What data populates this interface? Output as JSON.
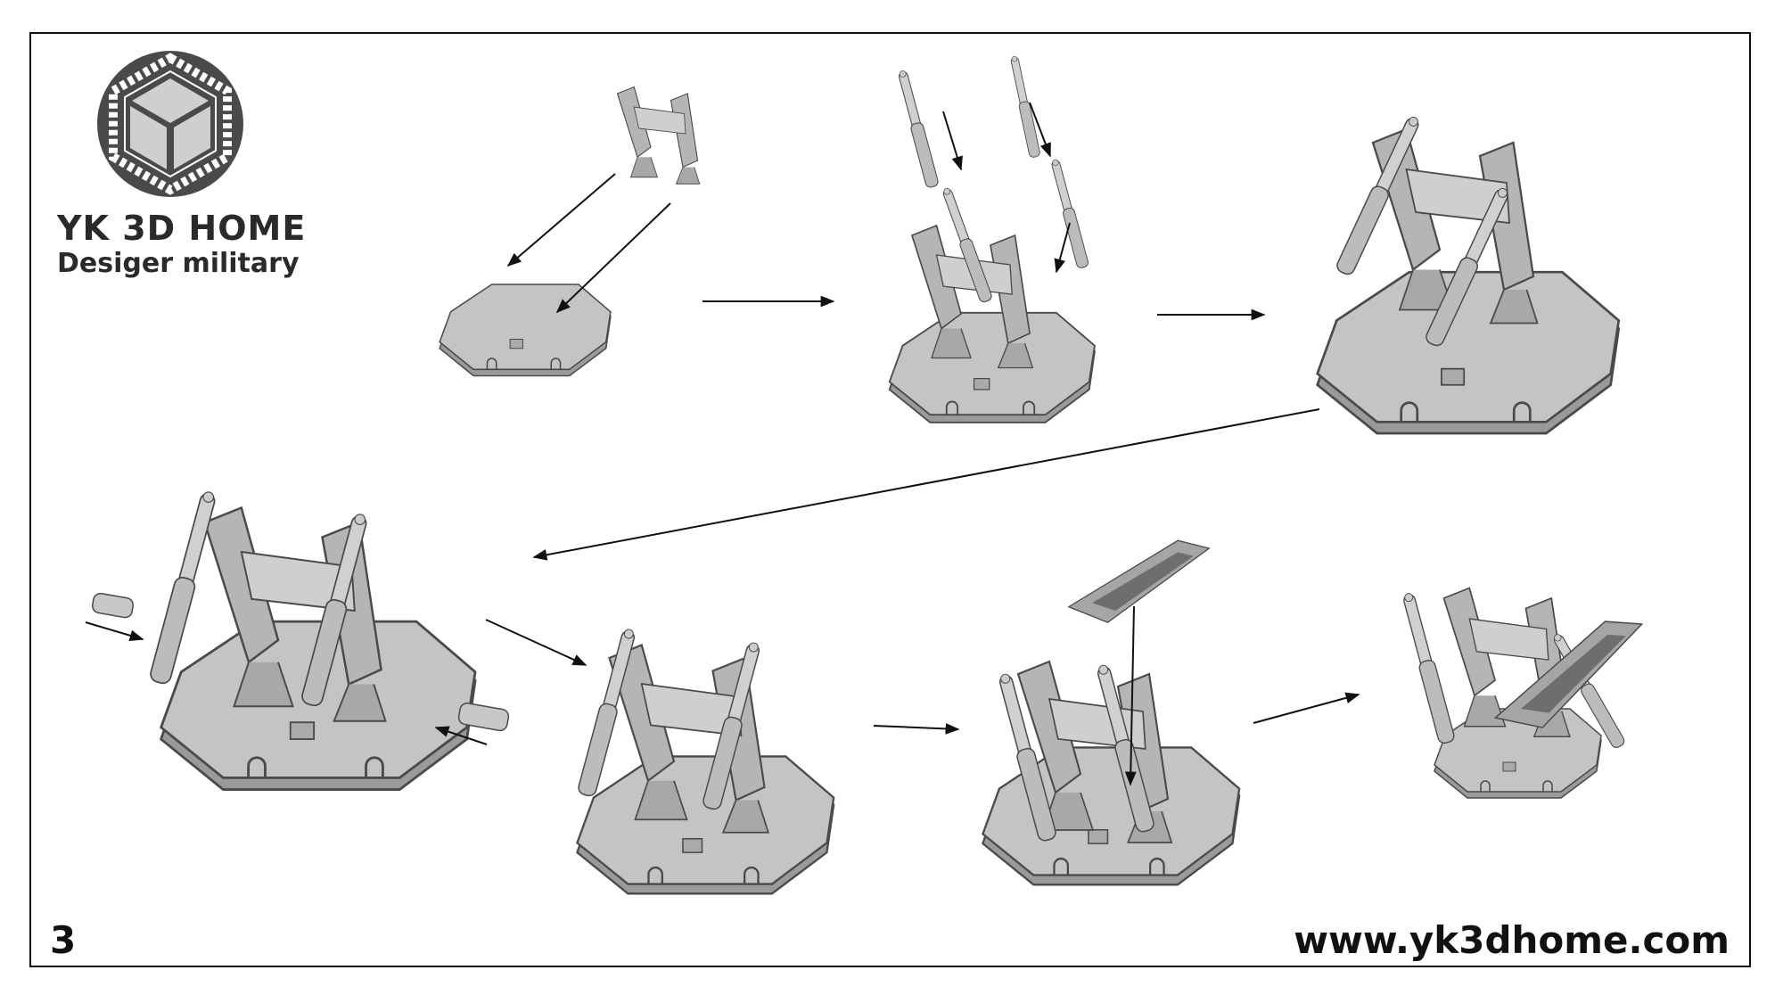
{
  "logo": {
    "brand": "YK 3D HOME",
    "tagline": "Desiger military"
  },
  "footer": {
    "page_number": "3",
    "website": "www.yk3dhome.com"
  },
  "colors": {
    "part_fill": "#bdbdbd",
    "part_shade": "#8c8c8c",
    "outline": "#4a4a4a",
    "arrow": "#111111"
  }
}
